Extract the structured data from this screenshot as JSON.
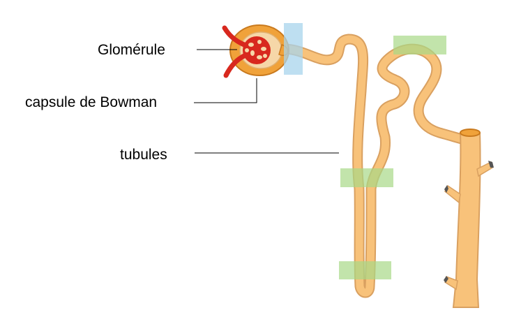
{
  "labels": {
    "glomerule": "Glomérule",
    "capsule": "capsule de Bowman",
    "tubules": "tubules"
  },
  "colors": {
    "tubule_fill": "#f8c27a",
    "tubule_edge": "#d9a060",
    "capsule_fill": "#f0a23a",
    "capsule_edge": "#c97a1e",
    "vessel_red": "#d8281e",
    "highlight_green": "#a8d888",
    "highlight_blue": "#a8d4ec",
    "leader_line": "#000000"
  }
}
